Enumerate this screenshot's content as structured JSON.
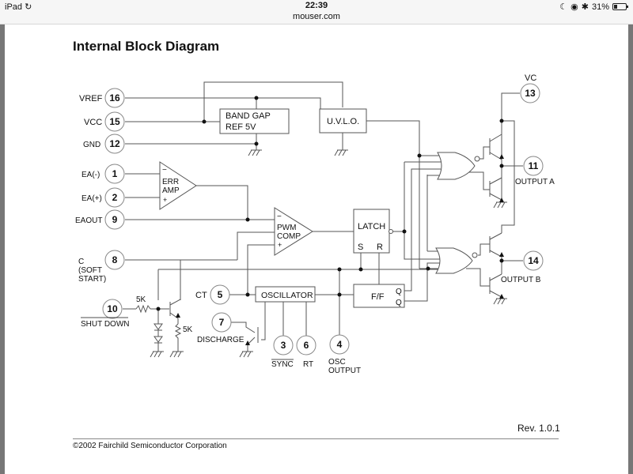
{
  "status_bar": {
    "device": "iPad",
    "time": "22:39",
    "url": "mouser.com",
    "battery_percent": "31%",
    "battery_level": 0.31,
    "icons": [
      "wifi-icon",
      "moon-icon",
      "lock-rotation-icon",
      "bluetooth-icon",
      "battery-icon"
    ]
  },
  "page": {
    "title": "Internal Block Diagram",
    "revision": "Rev. 1.0.1",
    "copyright": "©2002 Fairchild Semiconductor Corporation"
  },
  "pins": {
    "vref": {
      "number": "16",
      "label": "VREF"
    },
    "vcc": {
      "number": "15",
      "label": "VCC"
    },
    "gnd": {
      "number": "12",
      "label": "GND"
    },
    "ea_minus": {
      "number": "1",
      "label": "EA(-)"
    },
    "ea_plus": {
      "number": "2",
      "label": "EA(+)"
    },
    "eaout": {
      "number": "9",
      "label": "EAOUT"
    },
    "soft_start": {
      "number": "8",
      "label_line1": "C",
      "label_line2": "(SOFT",
      "label_line3": "START)"
    },
    "shutdown": {
      "number": "10",
      "label": "SHUT DOWN"
    },
    "ct": {
      "number": "5",
      "label": "CT"
    },
    "discharge": {
      "number": "7",
      "label": "DISCHARGE"
    },
    "sync": {
      "number": "3",
      "label": "SYNC"
    },
    "rt": {
      "number": "6",
      "label": "RT"
    },
    "osc_output": {
      "number": "4",
      "label_line1": "OSC",
      "label_line2": "OUTPUT"
    },
    "vc": {
      "number": "13",
      "label": "VC"
    },
    "output_a": {
      "number": "11",
      "label": "OUTPUT A"
    },
    "output_b": {
      "number": "14",
      "label": "OUTPUT B"
    }
  },
  "blocks": {
    "band_gap_line1": "BAND GAP",
    "band_gap_line2": "REF 5V",
    "uvlo": "U.V.L.O.",
    "err_amp_line1": "ERR",
    "err_amp_line2": "AMP",
    "pwm_comp_line1": "PWM",
    "pwm_comp_line2": "COMP",
    "latch": "LATCH",
    "latch_s": "S",
    "latch_r": "R",
    "oscillator": "OSCILLATOR",
    "flipflop": "F/F",
    "ff_q": "Q",
    "ff_qbar": "Q",
    "minus": "−",
    "plus": "+"
  },
  "components": {
    "resistor_base": "5K",
    "resistor_emitter": "5K"
  }
}
